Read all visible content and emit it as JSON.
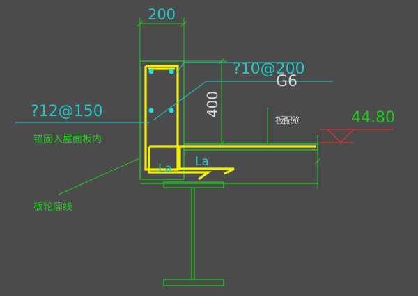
{
  "drawing": {
    "dimensions": {
      "width": "200",
      "height": "400"
    },
    "rebar_labels": {
      "stirrup": "?10@200",
      "longitudinal": "?12@150",
      "beam_id": "G6",
      "slab_bar": "板配筋"
    },
    "anchorage": {
      "left": "La",
      "right": "La",
      "note": "锚固入屋面板内"
    },
    "slab_outline_label": "板轮廓线",
    "elevation": "44.80",
    "colors": {
      "background": "#4b4b4b",
      "concrete": "#22c822",
      "rebar": "#f0f000",
      "leader": "#22cccc",
      "dimension": "#22c822",
      "elevation_line": "#e03030",
      "bar_dots": "#22e0e0"
    }
  }
}
